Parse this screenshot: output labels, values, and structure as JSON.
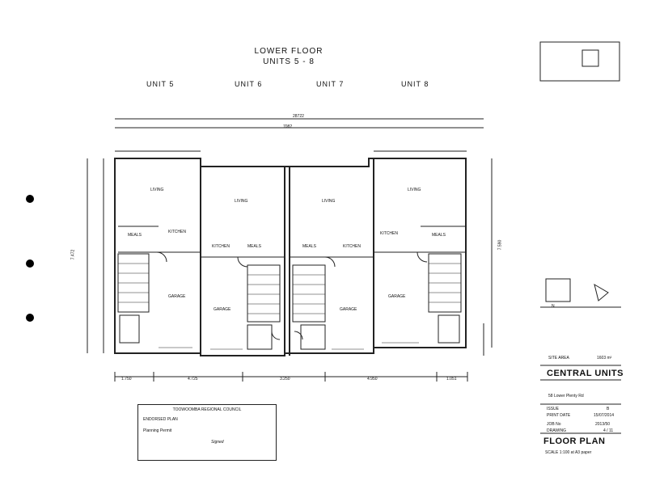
{
  "drawing": {
    "title_line1": "LOWER FLOOR",
    "title_line2": "UNITS 5 - 8",
    "units": [
      "UNIT 5",
      "UNIT 6",
      "UNIT 7",
      "UNIT 8"
    ]
  },
  "rooms": {
    "unit5": {
      "living": "LIVING",
      "meals": "MEALS",
      "kitchen": "KITCHEN",
      "garage": "GARAGE"
    },
    "unit6": {
      "living": "LIVING",
      "kitchen": "KITCHEN",
      "meals": "MEALS",
      "garage": "GARAGE"
    },
    "unit7": {
      "living": "LIVING",
      "meals": "MEALS",
      "kitchen": "KITCHEN",
      "garage": "GARAGE"
    },
    "unit8": {
      "living": "LIVING",
      "kitchen": "KITCHEN",
      "meals": "MEALS",
      "garage": "GARAGE"
    }
  },
  "dimensions": {
    "overall": "28722",
    "overall_inner": "7082",
    "bottom": [
      "1.750",
      "4.725",
      "3.250",
      "4.950",
      "1.051"
    ],
    "left_side": "7.472",
    "right_side": "7.590"
  },
  "title_block": {
    "north": "N",
    "project": "CENTRAL UNITS",
    "address": "58 Lower Plenty Rd",
    "revision_label": "ISSUE",
    "revision": "B",
    "date_label": "PRINT DATE",
    "date": "15/07/2014",
    "job_label": "JOB No",
    "job_no": "2013/50",
    "drawing_label": "DRAWING",
    "drawing_no": "4 / 11",
    "sheet_title": "FLOOR PLAN",
    "scale": "SCALE 1:100 at A3 paper",
    "site_area_label": "SITE AREA",
    "site_area": "1603 m²"
  },
  "stamp": {
    "heading": "TOOWOOMBA REGIONAL COUNCIL",
    "line1": "ENDORSED PLAN",
    "line2": "Planning Permit",
    "signature": "Signed"
  },
  "colors": {
    "ink": "#111111",
    "paper": "#ffffff"
  }
}
